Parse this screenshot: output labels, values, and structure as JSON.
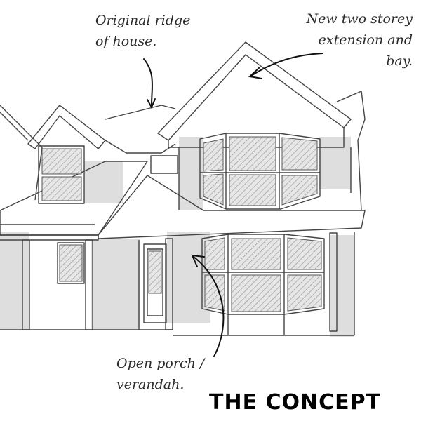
{
  "annotations": {
    "ridge": {
      "lines": [
        "Original ridge",
        "of house."
      ]
    },
    "extension": {
      "lines": [
        "New two storey",
        "extension and",
        "bay."
      ]
    },
    "porch": {
      "lines": [
        "Open porch /",
        "verandah."
      ]
    }
  },
  "title": "THE CONCEPT",
  "colors": {
    "ink": "#444444",
    "shadow": "#d9d9d9",
    "glass": "#cfcfcf",
    "text": "#2b2b2b"
  }
}
